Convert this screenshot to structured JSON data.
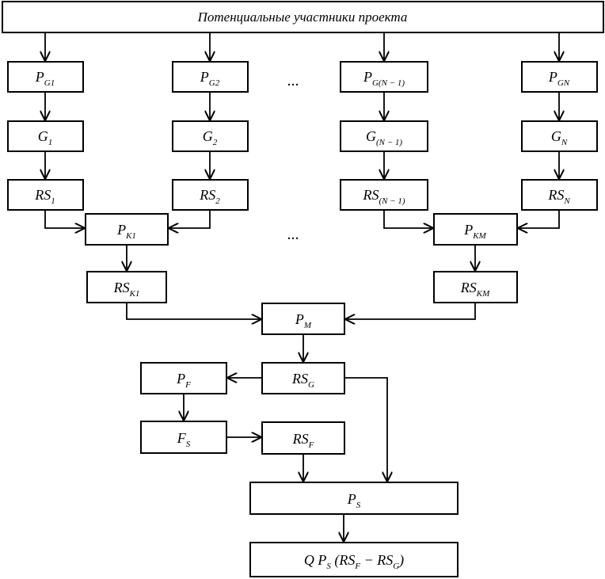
{
  "header": {
    "title": "Потенциальные участники проекта"
  },
  "nodes": {
    "pg1": {
      "main": "P",
      "sub": "G1"
    },
    "pg2": {
      "main": "P",
      "sub": "G2"
    },
    "pgn1": {
      "main": "P",
      "sub": "G(N − 1)"
    },
    "pgn": {
      "main": "P",
      "sub": "GN"
    },
    "g1": {
      "main": "G",
      "sub": "1"
    },
    "g2": {
      "main": "G",
      "sub": "2"
    },
    "gn1": {
      "main": "G",
      "sub": "(N − 1)"
    },
    "gn": {
      "main": "G",
      "sub": "N"
    },
    "rs1": {
      "main": "RS",
      "sub": "1"
    },
    "rs2": {
      "main": "RS",
      "sub": "2"
    },
    "rsn1": {
      "main": "RS",
      "sub": "(N − 1)"
    },
    "rsn": {
      "main": "RS",
      "sub": "N"
    },
    "pk1": {
      "main": "P",
      "sub": "K1"
    },
    "pkm": {
      "main": "P",
      "sub": "KM"
    },
    "rsk1": {
      "main": "RS",
      "sub": "K1"
    },
    "rskm": {
      "main": "RS",
      "sub": "KM"
    },
    "pm": {
      "main": "P",
      "sub": "M"
    },
    "rsg": {
      "main": "RS",
      "sub": "G"
    },
    "pf": {
      "main": "P",
      "sub": "F"
    },
    "fs": {
      "main": "F",
      "sub": "S"
    },
    "rsf": {
      "main": "RS",
      "sub": "F"
    },
    "ps": {
      "main": "P",
      "sub": "S"
    },
    "result": {
      "q": "Q",
      "p": "P",
      "p_sub": "S",
      "open": " (",
      "rs1": "RS",
      "rs1_sub": "F",
      "minus": " − ",
      "rs2": "RS",
      "rs2_sub": "G",
      "close": ")"
    }
  },
  "ellipsis": {
    "top": "...",
    "middle": "..."
  }
}
